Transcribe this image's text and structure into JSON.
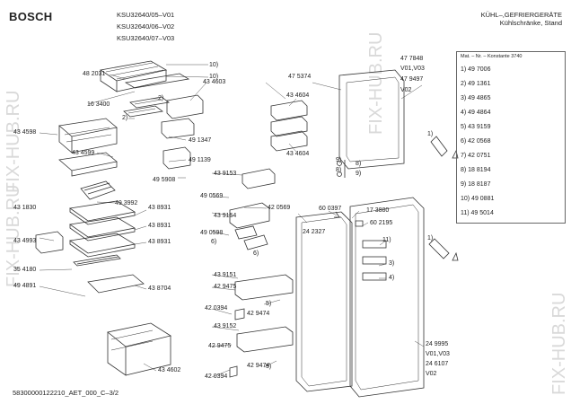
{
  "header": {
    "brand": "BOSCH",
    "models": [
      "KSU32640/05–V01",
      "KSU32640/06–V02",
      "KSU32640/07–V03"
    ],
    "title_line1": "KÜHL–,GEFRIERGERÄTE",
    "title_line2": "Kühlschränke, Stand"
  },
  "watermark": "FIX-HUB.RU",
  "footer": "58300000122210_AET_000_C–3/2",
  "parts_table": {
    "header": "Mat. – Nr. – Konstante 3740",
    "rows": [
      "1) 49 7006",
      "2) 49 1361",
      "3) 49 4865",
      "4) 49 4864",
      "5) 43 9159",
      "6) 42 0568",
      "7) 42 0751",
      "8) 18 8194",
      "9) 18 8187",
      "10) 49 0881",
      "11) 49 5014"
    ]
  },
  "labels": {
    "l482031": "48 2031",
    "l10a": "10)",
    "l10b": "10)",
    "l163400": "16 3400",
    "l2a": "2)",
    "l2b": "2)",
    "l434603": "43 4603",
    "l434598": "43 4598",
    "l434599": "43 4599",
    "l491347": "49 1347",
    "l491139": "49 1139",
    "l495908": "49 5908",
    "l493992": "49 3992",
    "l475374": "47 5374",
    "l434604a": "43 4604",
    "l434604b": "43 4604",
    "l477848": "47 7848",
    "lv0103a": "V01,V03",
    "l479497": "47 9497",
    "lv02a": "V02",
    "l1a": "1)",
    "l439153": "43 9153",
    "l490569a": "49 0569",
    "l439154": "43 9154",
    "l420569": "42 0569",
    "l490598": "49 0598",
    "l6a": "6)",
    "l6b": "6)",
    "l9a": "9)",
    "l8a": "8)",
    "l8b": "8)",
    "l9b": "9)",
    "l600397": "60 0397",
    "l173880": "17 3880",
    "l602195": "60 2195",
    "l242327": "24 2327",
    "l11": "11)",
    "l3": "3)",
    "l4": "4)",
    "l431830": "43 1830",
    "l438931a": "43 8931",
    "l438931b": "43 8931",
    "l438931c": "43 8931",
    "l434993": "43 4993",
    "l354180": "35 4180",
    "l438704": "43 8704",
    "l494891": "49 4891",
    "l434602": "43 4602",
    "l439151": "43 9151",
    "l429475a": "42 9475",
    "l5a": "5)",
    "l429474a": "42 9474",
    "l420394a": "42 0394",
    "l439152": "43 9152",
    "l429475b": "42 9475",
    "l5b": "5)",
    "l429474b": "42 9474",
    "l420394b": "42 0394",
    "l1b": "1)",
    "l249995": "24 9995",
    "lv0103b": "V01,V03",
    "l246107": "24 6107",
    "lv02b": "V02"
  }
}
